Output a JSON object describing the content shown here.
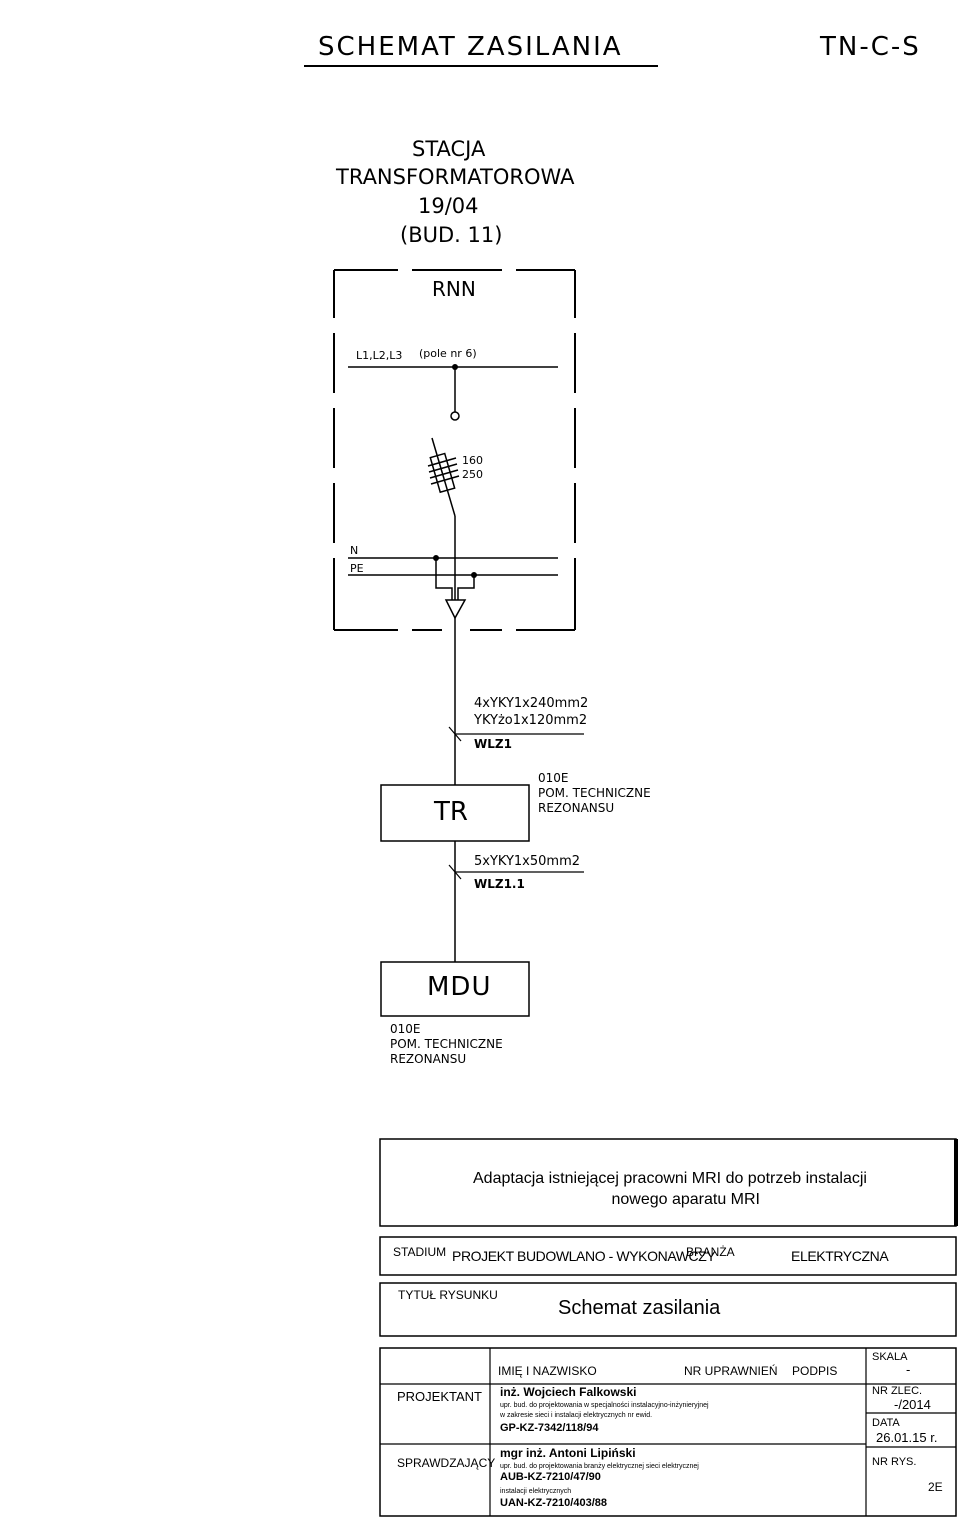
{
  "header": {
    "title": "SCHEMAT ZASILANIA",
    "system": "TN-C-S"
  },
  "station": {
    "line1": "STACJA",
    "line2": "TRANSFORMATOROWA",
    "line3": "19/04",
    "line4": "(BUD. 11)"
  },
  "rnn": {
    "label": "RNN",
    "phases_label": "L1,L2,L3",
    "field_label": "(pole nr 6)",
    "fuse_rating_1": "160",
    "fuse_rating_2": "250",
    "n_label": "N",
    "pe_label": "PE"
  },
  "cable1": {
    "spec1": "4xYKY1x240mm2",
    "spec2": "YKYżo1x120mm2",
    "id": "WLZ1"
  },
  "tr": {
    "label": "TR",
    "room_code": "010E",
    "room_line1": "POM. TECHNICZNE",
    "room_line2": "REZONANSU"
  },
  "cable2": {
    "spec": "5xYKY1x50mm2",
    "id": "WLZ1.1"
  },
  "mdu": {
    "label": "MDU",
    "room_code": "010E",
    "room_line1": "POM. TECHNICZNE",
    "room_line2": "REZONANSU"
  },
  "title_block": {
    "project_line1": "Adaptacja istniejącej pracowni MRI do potrzeb instalacji",
    "project_line2": "nowego aparatu MRI",
    "stadium_label": "STADIUM",
    "stadium_value": "PROJEKT BUDOWLANO - WYKONAWCZY",
    "branch_label": "BRANŻA",
    "branch_value": "ELEKTRYCZNA",
    "drawing_title_label": "TYTUŁ RYSUNKU",
    "drawing_title": "Schemat zasilania",
    "col_name": "IMIĘ I NAZWISKO",
    "col_license": "NR UPRAWNIEŃ",
    "col_signature": "PODPIS",
    "scale_label": "SKALA",
    "scale_value": "-",
    "designer_role": "PROJEKTANT",
    "designer_name": "inż. Wojciech Falkowski",
    "designer_desc1": "upr. bud. do projektowania w specjalności instalacyjno-inżynieryjnej",
    "designer_desc2": "w zakresie sieci i instalacji elektrycznych nr ewid.",
    "designer_license": "GP-KZ-7342/118/94",
    "order_label": "NR ZLEC.",
    "order_value": "-/2014",
    "date_label": "DATA",
    "date_value": "26.01.15 r.",
    "checker_role": "SPRAWDZAJĄCY",
    "checker_name": "mgr inż. Antoni Lipiński",
    "checker_desc1": "upr. bud. do projektowania branży elektrycznej sieci elektrycznej",
    "checker_license1": "AUB-KZ-7210/47/90",
    "checker_desc2": "instalacji elektrycznych",
    "checker_license2": "UAN-KZ-7210/403/88",
    "drawing_no_label": "NR RYS.",
    "drawing_no_value": "2E"
  }
}
